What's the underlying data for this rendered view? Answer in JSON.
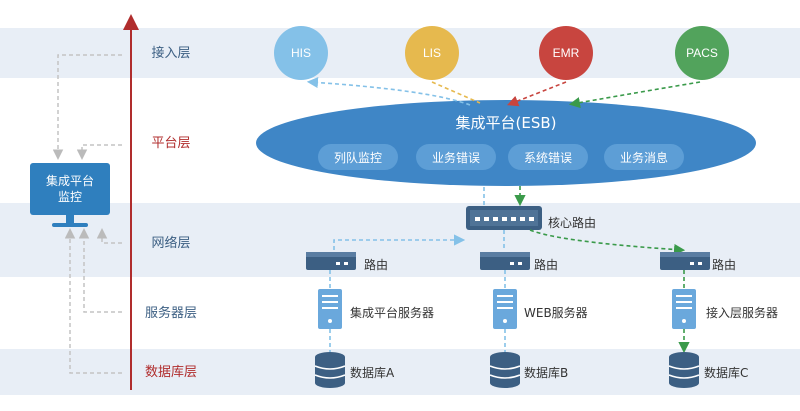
{
  "layers": {
    "access": "接入层",
    "platform": "平台层",
    "network": "网络层",
    "server": "服务器层",
    "database": "数据库层"
  },
  "systems": {
    "his": "HIS",
    "lis": "LIS",
    "emr": "EMR",
    "pacs": "PACS"
  },
  "esb": {
    "title": "集成平台(ESB)",
    "functions": [
      "列队监控",
      "业务错误",
      "系统错误",
      "业务消息"
    ]
  },
  "monitor": {
    "line1": "集成平台",
    "line2": "监控"
  },
  "network": {
    "core_router": "核心路由",
    "router_a": "路由",
    "router_b": "路由",
    "router_c": "路由"
  },
  "servers": {
    "integration": "集成平台服务器",
    "web": "WEB服务器",
    "access": "接入层服务器"
  },
  "databases": {
    "a": "数据库A",
    "b": "数据库B",
    "c": "数据库C"
  },
  "colors": {
    "his": "#84c1e8",
    "lis": "#e6b94e",
    "emr": "#c8453f",
    "pacs": "#52a35c",
    "esb": "#3f86c6",
    "device": "#3c5f83",
    "server": "#6aa8dc",
    "layer_access": "#3c5f83",
    "layer_platform": "#b02d2d"
  }
}
